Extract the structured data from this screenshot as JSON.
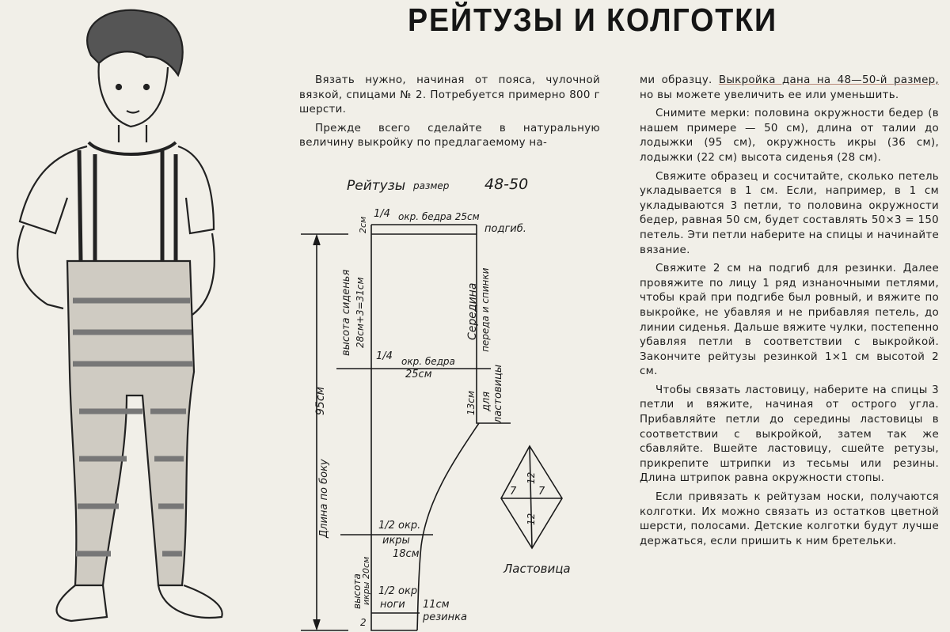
{
  "title": "РЕЙТУЗЫ И КОЛГОТКИ",
  "left_column": [
    "Вязать нужно, начиная от пояса, чулочной вязкой, спицами № 2. Потребуется примерно 800 г шерсти.",
    "Прежде всего сделайте в натуральную величину выкройку по предлагаемому на-"
  ],
  "right_column": {
    "p0_start": "ми образцу. ",
    "p0_underlined": "Выкройка дана на 48—50-й размер,",
    "p0_end": " но вы можете увеличить ее или уменьшить.",
    "paragraphs": [
      "Снимите мерки: половина окружности бедер (в нашем примере — 50 см), длина от талии до лодыжки (95 см), окружность икры (36 см), лодыжки (22 см) высота сиденья (28 см).",
      "Свяжите образец и сосчитайте, сколько петель укладывается в 1 см. Если, например, в 1 см укладываются 3 петли, то половина окружности бедер, равная 50 см, будет составлять 50×3 = 150 петель. Эти петли наберите на спицы и начинайте вязание.",
      "Свяжите 2 см на подгиб для резинки. Далее провяжите по лицу 1 ряд изнаночными петлями, чтобы край при подгибе был ровный, и вяжите по выкройке, не убавляя и не прибавляя петель, до линии сиденья. Дальше вяжите чулки, постепенно убавляя петли в соответствии с выкройкой. Закончите рейтузы резинкой 1×1 см высотой 2 см.",
      "Чтобы связать ластовицу, наберите на спицы 3 петли и вяжите, начиная от острого угла. Прибавляйте петли до середины ластовицы в соответствии с выкройкой, затем так же сбавляйте. Вшейте ластовицу, сшейте ретузы, прикрепите штрипки из тесьмы или резины. Длина штрипок равна окружности стопы.",
      "Если привязать к рейтузам носки, получаются колготки. Их можно связать из остатков цветной шерсти, полосами. Детские колготки будут лучше держаться, если пришить к ним бретельки."
    ]
  },
  "pattern": {
    "heading": "Рейтузы",
    "size_label": "размер",
    "size_value": "48-50",
    "top_quarter": "1/4",
    "top_hip": "окр. бедра 25см",
    "fold": "подгиб.",
    "fold_cm": "2см",
    "seat_height_1": "высота сиденья",
    "seat_height_2": "28см+3=31см",
    "middle_1": "Середина",
    "middle_2": "переда и спинки",
    "hip_quarter": "1/4",
    "hip_label": "окр. бедра",
    "hip_value": "25см",
    "total_length_value": "95см",
    "total_length_label": "Длина по боку",
    "gusset_cm": "13см",
    "gusset_for_1": "для",
    "gusset_for_2": "ластовицы",
    "calf_1": "1/2 окр.",
    "calf_2": "икры",
    "calf_3": "18см",
    "calf_height_1": "высота",
    "calf_height_2": "икры 20см",
    "ankle_1": "1/2 окр",
    "ankle_2": "ноги",
    "ankle_3": "11см",
    "rib": "резинка",
    "rib_cm": "2",
    "gusset_title": "Ластовица",
    "gusset_dims": {
      "half_width": "7",
      "half_height": "12"
    }
  }
}
